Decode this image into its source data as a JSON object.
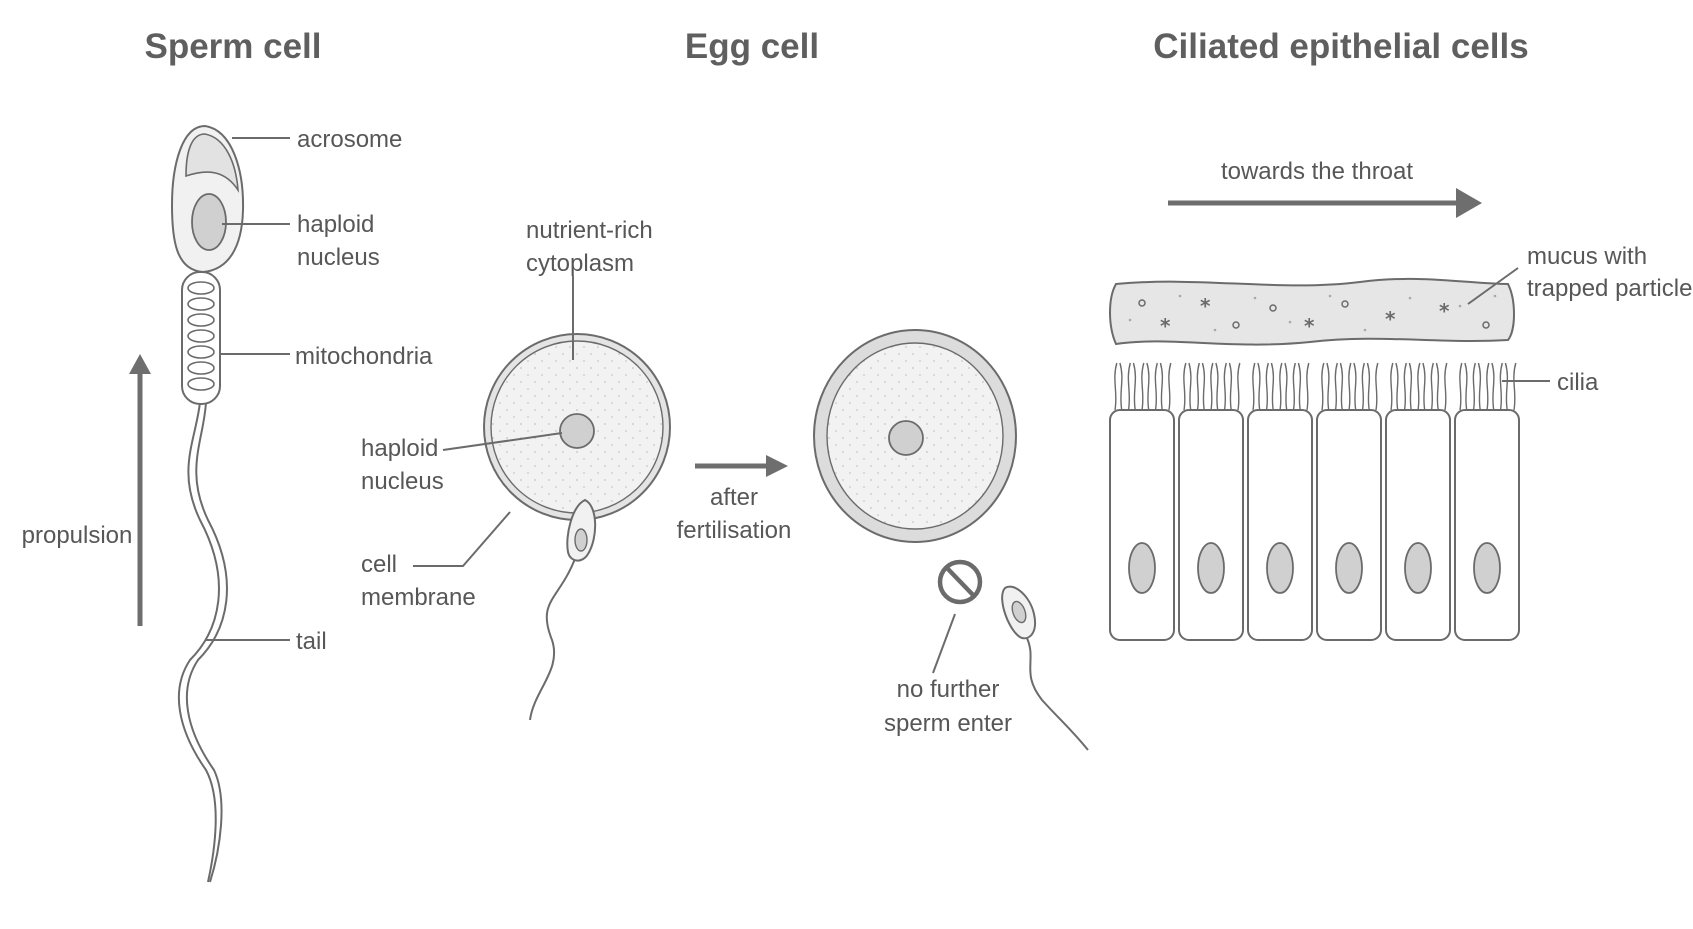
{
  "sperm": {
    "title": "Sperm cell",
    "labels": {
      "acrosome": "acrosome",
      "haploid": "haploid",
      "nucleus": "nucleus",
      "mitochondria": "mitochondria",
      "tail": "tail",
      "propulsion": "propulsion"
    }
  },
  "egg": {
    "title": "Egg cell",
    "labels": {
      "nutrient_rich": "nutrient-rich",
      "cytoplasm": "cytoplasm",
      "haploid": "haploid",
      "nucleus": "nucleus",
      "cell": "cell",
      "membrane": "membrane",
      "after": "after",
      "fertilisation": "fertilisation",
      "no_further": "no further",
      "sperm_enter": "sperm enter"
    }
  },
  "ciliated": {
    "title": "Ciliated epithelial cells",
    "labels": {
      "direction": "towards the throat",
      "mucus_with": "mucus with",
      "trapped_particles": "trapped particles",
      "cilia": "cilia"
    },
    "cell_count": 6
  },
  "colors": {
    "outline": "#6b6b6b",
    "fill": "#eeeeee",
    "nucleus": "#d0d0d0",
    "arrow": "#6e6e6e",
    "text": "#575757"
  }
}
